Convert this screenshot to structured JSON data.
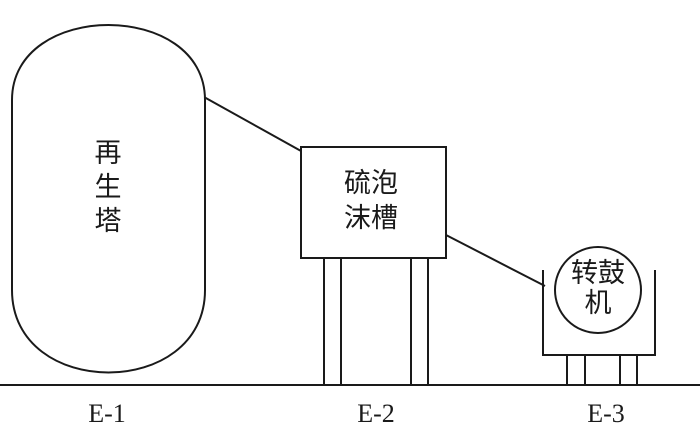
{
  "equipment": [
    {
      "id": "regenerator",
      "label_lines": [
        "再",
        "生",
        "塔"
      ],
      "tag": "E-1"
    },
    {
      "id": "sulfur-foam-tank",
      "label_lines": [
        "硫泡",
        "沫槽"
      ],
      "tag": "E-2"
    },
    {
      "id": "rotary-drum",
      "label_lines": [
        "转鼓",
        "机"
      ],
      "tag": "E-3"
    }
  ],
  "connections": [
    {
      "from": "再生塔",
      "to": "硫泡沫槽"
    },
    {
      "from": "硫泡沫槽",
      "to": "转鼓机"
    }
  ]
}
